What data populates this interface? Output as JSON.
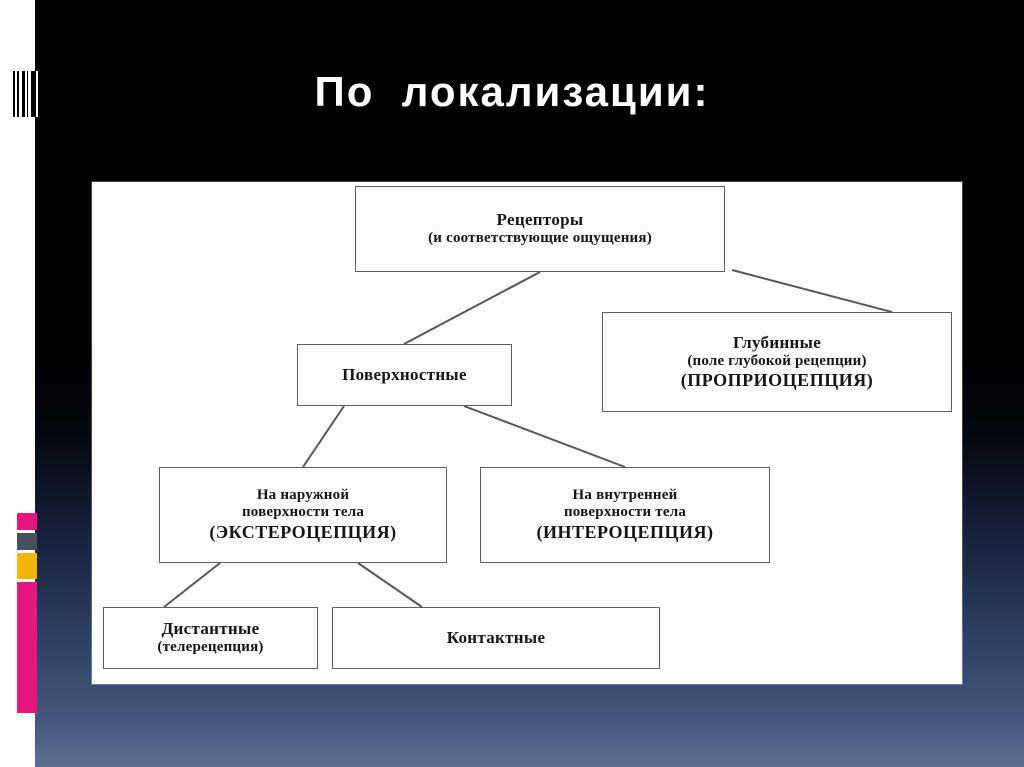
{
  "slide": {
    "title": "По  локализации:",
    "background_top_color": "#000000",
    "background_bottom_color": "#5b6f95",
    "panel_color": "#fdfdfd"
  },
  "decor": {
    "barcode_name": "barcode-stripes",
    "chips": [
      {
        "name": "chip-magenta-top",
        "color": "#e5177f"
      },
      {
        "name": "chip-slate",
        "color": "#46505e"
      },
      {
        "name": "chip-yellow",
        "color": "#f5b40a"
      },
      {
        "name": "chip-magenta-bar",
        "color": "#e5177f"
      }
    ]
  },
  "diagram": {
    "type": "hierarchy-tree",
    "nodes": [
      {
        "id": "receptors",
        "line1": "Рецепторы",
        "line2": "(и соответствующие ощущения)",
        "level": 0
      },
      {
        "id": "surface",
        "line1": "Поверхностные",
        "level": 1
      },
      {
        "id": "deep",
        "line1": "Глубинные",
        "line2": "(поле глубокой рецепции)",
        "line3": "(ПРОПРИОЦЕПЦИЯ)",
        "level": 1
      },
      {
        "id": "exteroception",
        "line1": "На наружной",
        "line2": "поверхности тела",
        "line3": "(ЭКСТЕРОЦЕПЦИЯ)",
        "level": 2
      },
      {
        "id": "interoception",
        "line1": "На внутренней",
        "line2": "поверхности тела",
        "line3": "(ИНТЕРОЦЕПЦИЯ)",
        "level": 2
      },
      {
        "id": "distant",
        "line1": "Дистантные",
        "line2": "(телерецепция)",
        "level": 3
      },
      {
        "id": "contact",
        "line1": "Контактные",
        "level": 3
      }
    ],
    "edges": [
      {
        "from": "receptors",
        "to": "surface"
      },
      {
        "from": "receptors",
        "to": "deep"
      },
      {
        "from": "surface",
        "to": "exteroception"
      },
      {
        "from": "surface",
        "to": "interoception"
      },
      {
        "from": "exteroception",
        "to": "distant"
      },
      {
        "from": "exteroception",
        "to": "contact"
      }
    ]
  }
}
